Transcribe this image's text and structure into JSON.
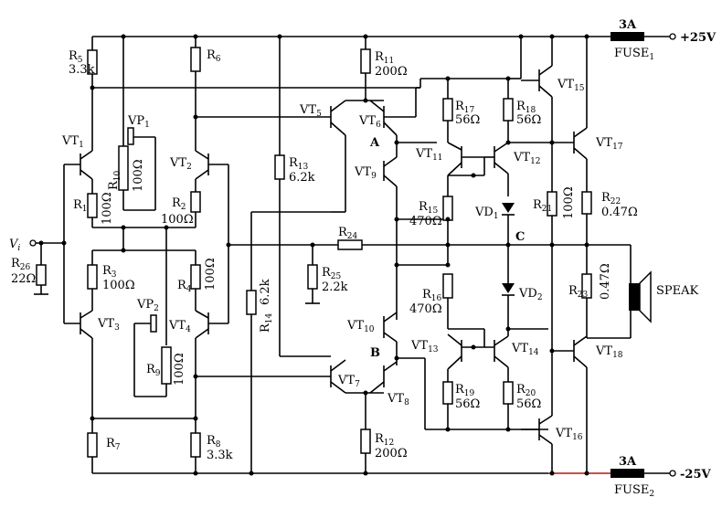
{
  "components": {
    "r5": {
      "name": "R",
      "sub": "5",
      "value": "3.3k"
    },
    "r6": {
      "name": "R",
      "sub": "6"
    },
    "r11": {
      "name": "R",
      "sub": "11",
      "value": "200Ω"
    },
    "r17": {
      "name": "R",
      "sub": "17",
      "value": "56Ω"
    },
    "r18": {
      "name": "R",
      "sub": "18",
      "value": "56Ω"
    },
    "r13": {
      "name": "R",
      "sub": "13",
      "value": "6.2k"
    },
    "r10": {
      "name": "R",
      "sub": "10",
      "value": "100Ω"
    },
    "r1": {
      "name": "R",
      "sub": "1",
      "value": "100Ω"
    },
    "r2": {
      "name": "R",
      "sub": "2",
      "value": "100Ω"
    },
    "r15": {
      "name": "R",
      "sub": "15",
      "value": "470Ω"
    },
    "r21": {
      "name": "R",
      "sub": "21",
      "value": "100Ω"
    },
    "r22": {
      "name": "R",
      "sub": "22",
      "value": "0.47Ω"
    },
    "r24": {
      "name": "R",
      "sub": "24"
    },
    "r25": {
      "name": "R",
      "sub": "25",
      "value": "2.2k"
    },
    "r26": {
      "name": "R",
      "sub": "26",
      "value": "22Ω"
    },
    "r3": {
      "name": "R",
      "sub": "3",
      "value": "100Ω"
    },
    "r4": {
      "name": "R",
      "sub": "4",
      "value": "100Ω"
    },
    "r14": {
      "name": "R",
      "sub": "14",
      "value": "6.2k"
    },
    "r16": {
      "name": "R",
      "sub": "16",
      "value": "470Ω"
    },
    "r23": {
      "name": "R",
      "sub": "23",
      "value": "0.47Ω"
    },
    "r9": {
      "name": "R",
      "sub": "9",
      "value": "100Ω"
    },
    "r19": {
      "name": "R",
      "sub": "19",
      "value": "56Ω"
    },
    "r20": {
      "name": "R",
      "sub": "20",
      "value": "56Ω"
    },
    "r7": {
      "name": "R",
      "sub": "7"
    },
    "r8": {
      "name": "R",
      "sub": "8",
      "value": "3.3k"
    },
    "r12": {
      "name": "R",
      "sub": "12",
      "value": "200Ω"
    },
    "vp1": {
      "name": "VP",
      "sub": "1"
    },
    "vp2": {
      "name": "VP",
      "sub": "2"
    },
    "vt1": {
      "name": "VT",
      "sub": "1"
    },
    "vt2": {
      "name": "VT",
      "sub": "2"
    },
    "vt3": {
      "name": "VT",
      "sub": "3"
    },
    "vt4": {
      "name": "VT",
      "sub": "4"
    },
    "vt5": {
      "name": "VT",
      "sub": "5"
    },
    "vt6": {
      "name": "VT",
      "sub": "6"
    },
    "vt7": {
      "name": "VT",
      "sub": "7"
    },
    "vt8": {
      "name": "VT",
      "sub": "8"
    },
    "vt9": {
      "name": "VT",
      "sub": "9"
    },
    "vt10": {
      "name": "VT",
      "sub": "10"
    },
    "vt11": {
      "name": "VT",
      "sub": "11"
    },
    "vt12": {
      "name": "VT",
      "sub": "12"
    },
    "vt13": {
      "name": "VT",
      "sub": "13"
    },
    "vt14": {
      "name": "VT",
      "sub": "14"
    },
    "vt15": {
      "name": "VT",
      "sub": "15"
    },
    "vt16": {
      "name": "VT",
      "sub": "16"
    },
    "vt17": {
      "name": "VT",
      "sub": "17"
    },
    "vt18": {
      "name": "VT",
      "sub": "18"
    },
    "vd1": {
      "name": "VD",
      "sub": "1"
    },
    "vd2": {
      "name": "VD",
      "sub": "2"
    },
    "fuse1": {
      "name": "FUSE",
      "sub": "1",
      "rating": "3A"
    },
    "fuse2": {
      "name": "FUSE",
      "sub": "2",
      "rating": "3A"
    },
    "speaker": {
      "name": "SPEAK"
    }
  },
  "nodes": {
    "a": "A",
    "b": "B",
    "c": "C"
  },
  "input": {
    "name": "V",
    "sub": "i"
  },
  "supply": {
    "positive": "+25V",
    "negative": "-25V"
  }
}
